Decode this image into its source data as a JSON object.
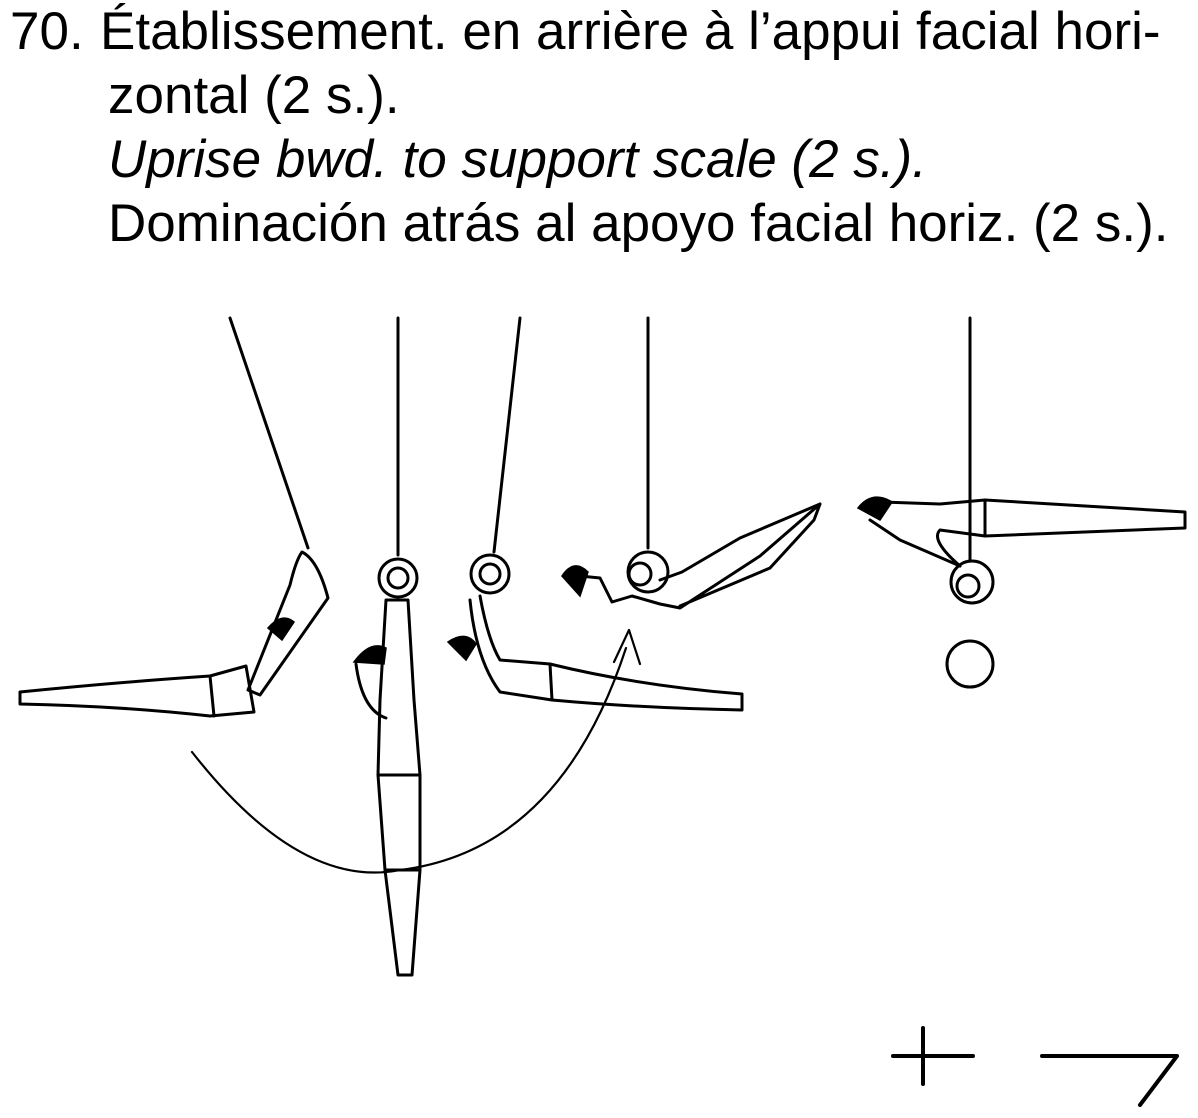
{
  "element": {
    "number": "70.",
    "fr_line1": "Établissement. en arrière à l’appui facial hori-",
    "fr_line2": "zontal (2 s.).",
    "en": "Uprise bwd. to support scale (2 s.).",
    "es": "Dominación atrás al apoyo facial horiz. (2 s.)."
  },
  "diagram": {
    "apparatus": "rings",
    "figures": [
      "swing-back-horizontal",
      "hang-vertical",
      "uprise-horizontal",
      "press-to-support",
      "support-scale-hold"
    ]
  },
  "colors": {
    "ink": "#000000",
    "paper": "#ffffff"
  }
}
